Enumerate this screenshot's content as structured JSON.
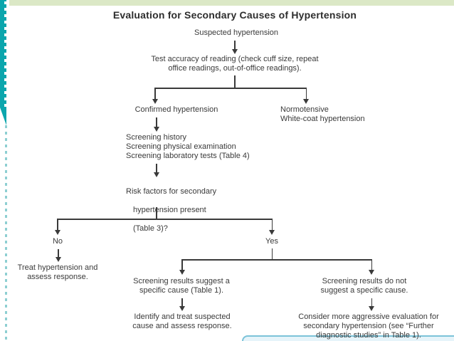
{
  "slide": {
    "title": "Evaluation for Secondary Causes of Hypertension"
  },
  "flowchart": {
    "suspected": {
      "lines": [
        "Suspected hypertension"
      ]
    },
    "test_accuracy": {
      "lines": [
        "Test accuracy of reading (check cuff size, repeat",
        "office readings, out-of-office readings)."
      ]
    },
    "confirmed": {
      "lines": [
        "Confirmed hypertension"
      ]
    },
    "normotensive": {
      "lines": [
        "Normotensive",
        "White-coat hypertension"
      ]
    },
    "screening": {
      "lines": [
        "Screening history",
        "Screening physical examination",
        "Screening laboratory tests (Table 4)"
      ]
    },
    "risk": {
      "lines": [
        "Risk factors for secondary",
        "hypertension present",
        "(Table 3)?"
      ]
    },
    "no_label": "No",
    "yes_label": "Yes",
    "treat": {
      "lines": [
        "Treat hypertension and",
        "assess response."
      ]
    },
    "suggest": {
      "lines": [
        "Screening results suggest a",
        "specific cause (Table 1)."
      ]
    },
    "not_suggest": {
      "lines": [
        "Screening results do not",
        "suggest a specific cause."
      ]
    },
    "identify": {
      "lines": [
        "Identify and treat suspected",
        "cause and assess response."
      ]
    },
    "consider": {
      "lines": [
        "Consider more aggressive evaluation for",
        "secondary hypertension (see “Further",
        "diagnostic studies” in Table 1)."
      ]
    }
  },
  "colors": {
    "ribbon_teal": "#0ba6ad",
    "top_bar_green": "#dbe8c6",
    "left_dash_teal": "#8ecfd2",
    "bottom_bar_fill": "#e6f4fa",
    "bottom_bar_border": "#7cc3d9",
    "text": "#3a3a3a",
    "line": "#3a3a3a"
  }
}
